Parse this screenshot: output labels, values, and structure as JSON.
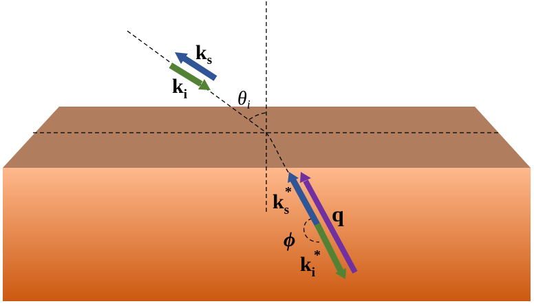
{
  "diagram": {
    "colors": {
      "top_face": "#b07e5f",
      "front_face_top": "#ffb98d",
      "front_face_bottom": "#cc5910",
      "ks_arrow": "#2f5597",
      "ki_arrow": "#548235",
      "q_arrow": "#7030a0",
      "lines": "#000000"
    },
    "labels": {
      "ks": {
        "main": "k",
        "sub": "s"
      },
      "ki": {
        "main": "k",
        "sub": "i"
      },
      "theta": {
        "main": "θ",
        "sub": "i"
      },
      "ks_star": {
        "main": "k",
        "sub": "s",
        "sup": "*"
      },
      "ki_star": {
        "main": "k",
        "sub": "i",
        "sup": "*"
      },
      "q": "q",
      "phi": "ϕ"
    }
  }
}
